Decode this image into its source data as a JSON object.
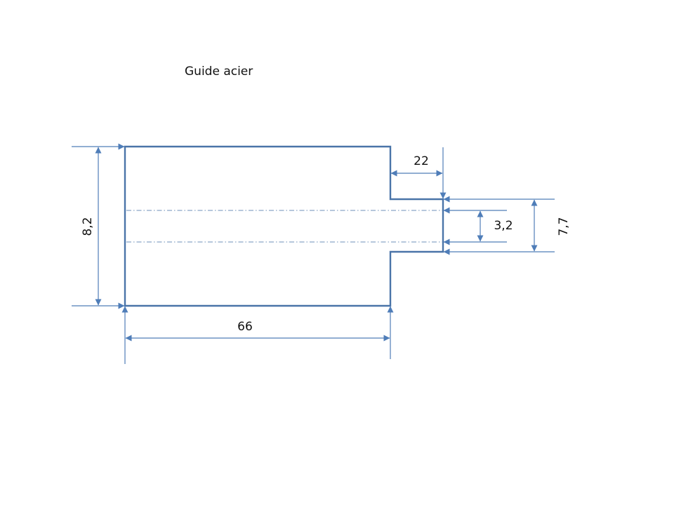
{
  "title": "Guide acier",
  "part": {
    "name": "Guide acier",
    "material": "acier"
  },
  "dimensions": {
    "overall_height": "8,2",
    "body_length": "66",
    "step_length": "22",
    "step_height": "7,7",
    "bore_diameter": "3,2"
  },
  "colors": {
    "line": "#4a74a8",
    "dimension": "#4f7db8",
    "text": "#111111"
  }
}
